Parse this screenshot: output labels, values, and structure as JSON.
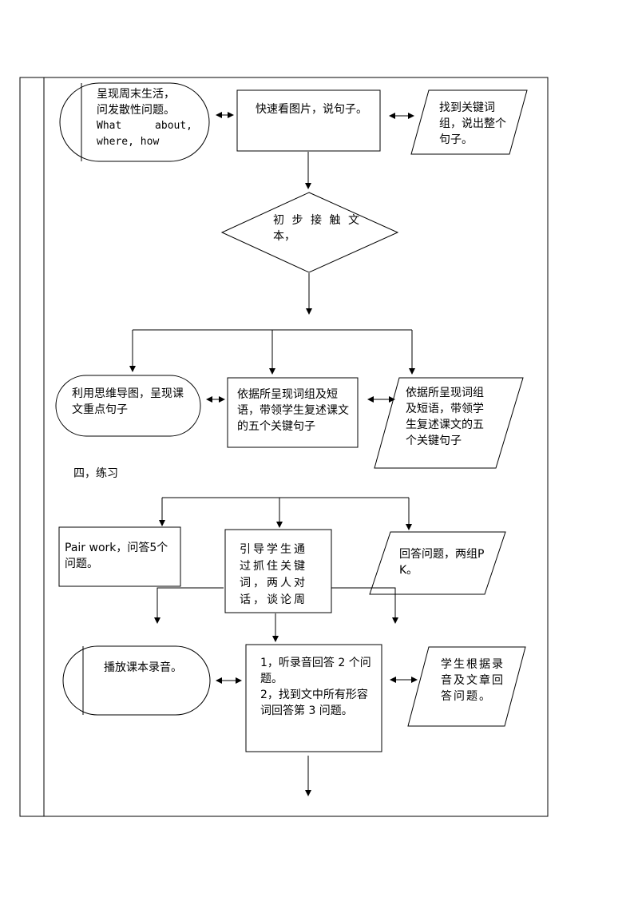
{
  "row1": {
    "present_weekend": [
      "呈现周末生活，",
      "问发散性问题。",
      "What about,",
      "where, how"
    ],
    "look_pictures": "快速看图片，说句子。",
    "find_keywords": "找到关键词组，说出整个句子。"
  },
  "decision": {
    "text": [
      "初步接触文",
      "本，"
    ]
  },
  "row2": {
    "mind_map": "利用思维导图，呈现课文重点句子",
    "retell_center": "依据所呈现词组及短语，带领学生复述课文的五个关键句子",
    "retell_right": "依据所呈现词组及短语，带领学生复述课文的五个关键句子"
  },
  "section_heading": "四，练习",
  "row3": {
    "pair_work": "Pair work，问答5个问题。",
    "guide_students": "引导学生通过抓住关键词，两人对话，谈论周",
    "answer_pk": "回答问题，两组PK。"
  },
  "row4": {
    "play_recording": "播放课本录音。",
    "listen_answer": [
      "1，听录音回答 2 个问题。",
      "2，找到文中所有形容词回答第 3 问题。"
    ],
    "students_answer": "学生根据录音及文章回答问题。"
  }
}
